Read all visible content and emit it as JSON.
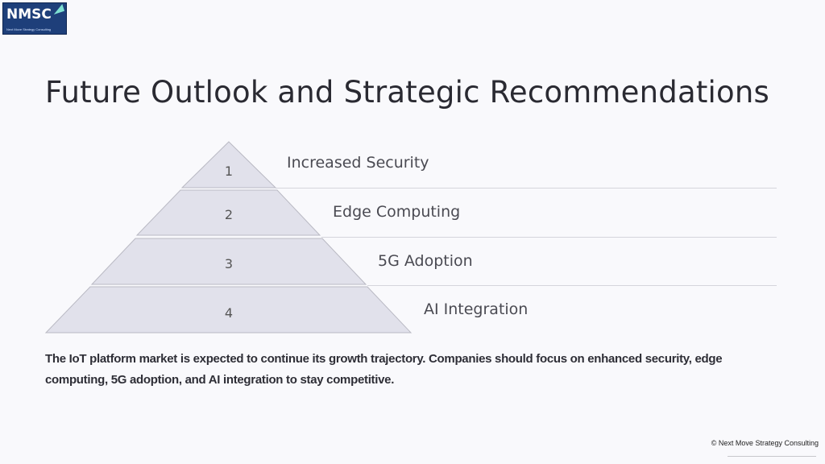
{
  "logo": {
    "mark": "NMSC",
    "subtitle": "Next Move Strategy Consulting"
  },
  "title": "Future Outlook and Strategic Recommendations",
  "pyramid": {
    "tiers": [
      {
        "number": "1",
        "label": "Increased Security"
      },
      {
        "number": "2",
        "label": "Edge Computing"
      },
      {
        "number": "3",
        "label": "5G Adoption"
      },
      {
        "number": "4",
        "label": "AI Integration"
      }
    ],
    "fill_color": "#e1e1eb",
    "edge_color": "#b9b9c3",
    "line_color": "#d5d5dc"
  },
  "summary": "The IoT platform market is expected to continue its growth trajectory. Companies should focus on enhanced security, edge computing, 5G adoption, and AI integration to stay competitive.",
  "footer": "© Next Move Strategy Consulting"
}
